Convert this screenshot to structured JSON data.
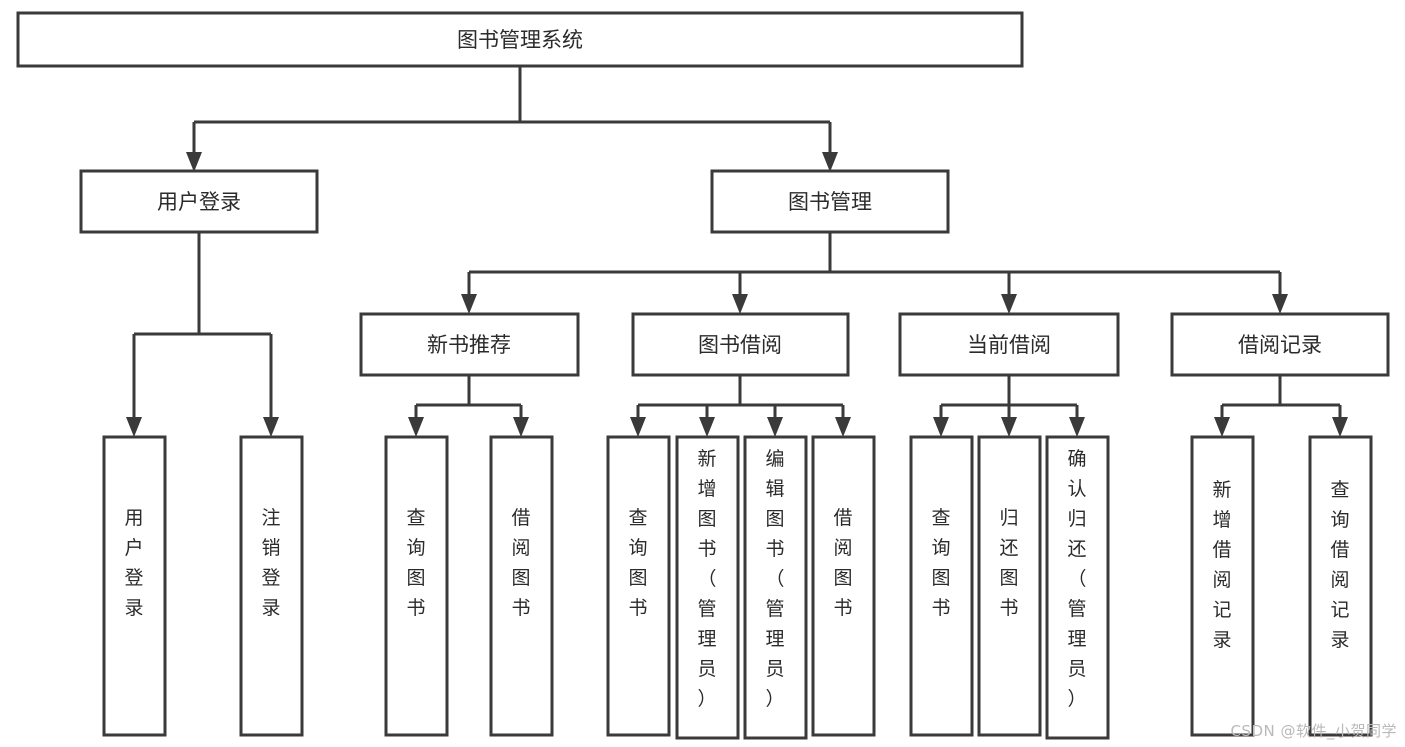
{
  "diagram": {
    "type": "tree",
    "title": "图书管理系统",
    "root": {
      "id": "root",
      "label": "图书管理系统"
    },
    "level2": [
      {
        "id": "user-login",
        "label": "用户登录"
      },
      {
        "id": "book-manage",
        "label": "图书管理"
      }
    ],
    "level3": [
      {
        "id": "new-book-recommend",
        "label": "新书推荐",
        "parent": "book-manage"
      },
      {
        "id": "book-borrow",
        "label": "图书借阅",
        "parent": "book-manage"
      },
      {
        "id": "current-borrow",
        "label": "当前借阅",
        "parent": "book-manage"
      },
      {
        "id": "borrow-record",
        "label": "借阅记录",
        "parent": "book-manage"
      }
    ],
    "leaves": [
      {
        "id": "leaf-user-login",
        "label": "用户登录",
        "parent": "user-login"
      },
      {
        "id": "leaf-logout-login",
        "label": "注销登录",
        "parent": "user-login"
      },
      {
        "id": "leaf-query-book-1",
        "label": "查询图书",
        "parent": "new-book-recommend"
      },
      {
        "id": "leaf-borrow-book-1",
        "label": "借阅图书",
        "parent": "new-book-recommend"
      },
      {
        "id": "leaf-query-book-2",
        "label": "查询图书",
        "parent": "book-borrow"
      },
      {
        "id": "leaf-add-book",
        "label": "新增图书（管理员）",
        "parent": "book-borrow"
      },
      {
        "id": "leaf-edit-book",
        "label": "编辑图书（管理员）",
        "parent": "book-borrow"
      },
      {
        "id": "leaf-borrow-book-2",
        "label": "借阅图书",
        "parent": "book-borrow"
      },
      {
        "id": "leaf-query-book-3",
        "label": "查询图书",
        "parent": "current-borrow"
      },
      {
        "id": "leaf-return-book",
        "label": "归还图书",
        "parent": "current-borrow"
      },
      {
        "id": "leaf-confirm-return",
        "label": "确认归还（管理员）",
        "parent": "current-borrow"
      },
      {
        "id": "leaf-add-record",
        "label": "新增借阅记录",
        "parent": "borrow-record"
      },
      {
        "id": "leaf-query-record",
        "label": "查询借阅记录",
        "parent": "borrow-record"
      }
    ]
  },
  "watermark": {
    "text": "CSDN @软件_小贺同学"
  },
  "colors": {
    "box_stroke": "#3a3a3a",
    "box_fill": "#ffffff",
    "text": "#2b2b2b",
    "background": "#ffffff",
    "watermark": "#b9b9b9"
  }
}
